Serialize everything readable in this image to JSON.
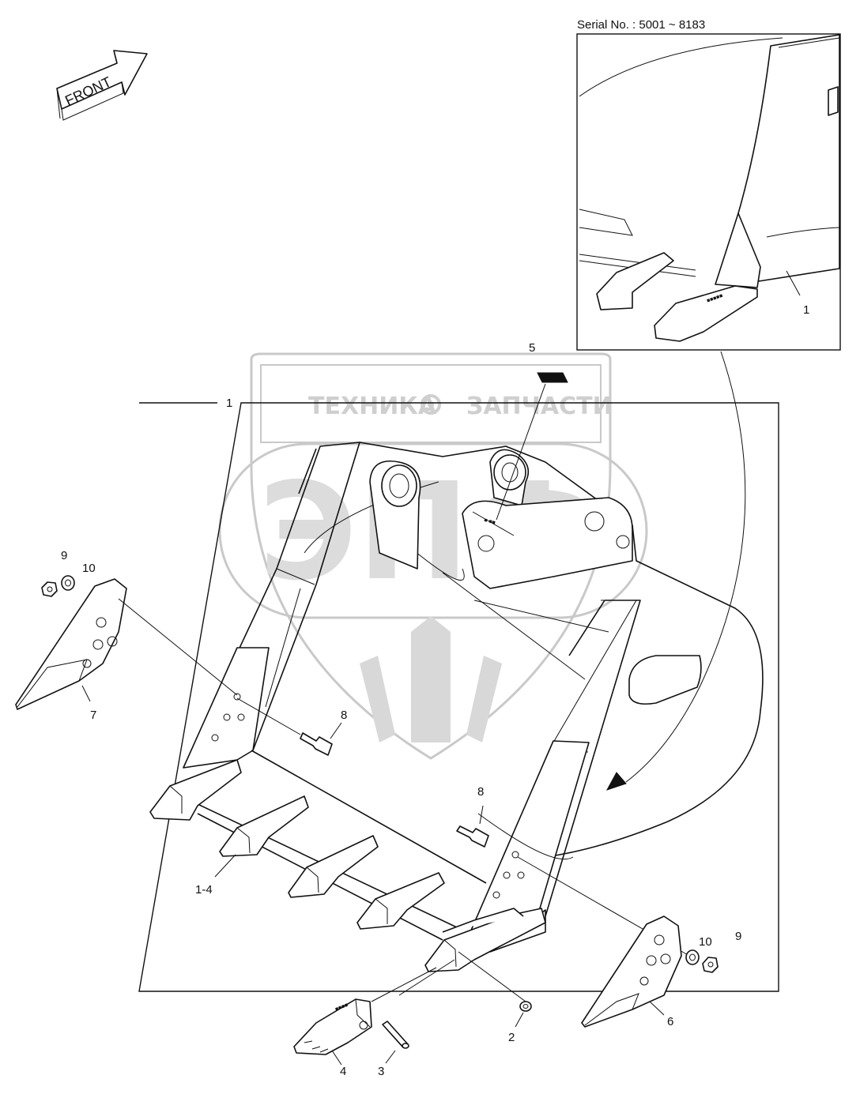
{
  "diagram": {
    "front_arrow_label": "FRONT",
    "serial_label": "Serial No. : 5001 ~ 8183",
    "watermark": {
      "line1_left": "ТЕХНИКА",
      "line1_right": "ЗАПЧАСТИ",
      "big_text": "ЭПФ"
    },
    "callouts": {
      "inset_1": "1",
      "main_1": "1",
      "c5": "5",
      "c9_left": "9",
      "c10_left": "10",
      "c7": "7",
      "c8_upper": "8",
      "c8_lower": "8",
      "c1_4": "1-4",
      "c10_right": "10",
      "c9_right": "9",
      "c6": "6",
      "c2": "2",
      "c4": "4",
      "c3": "3"
    }
  }
}
